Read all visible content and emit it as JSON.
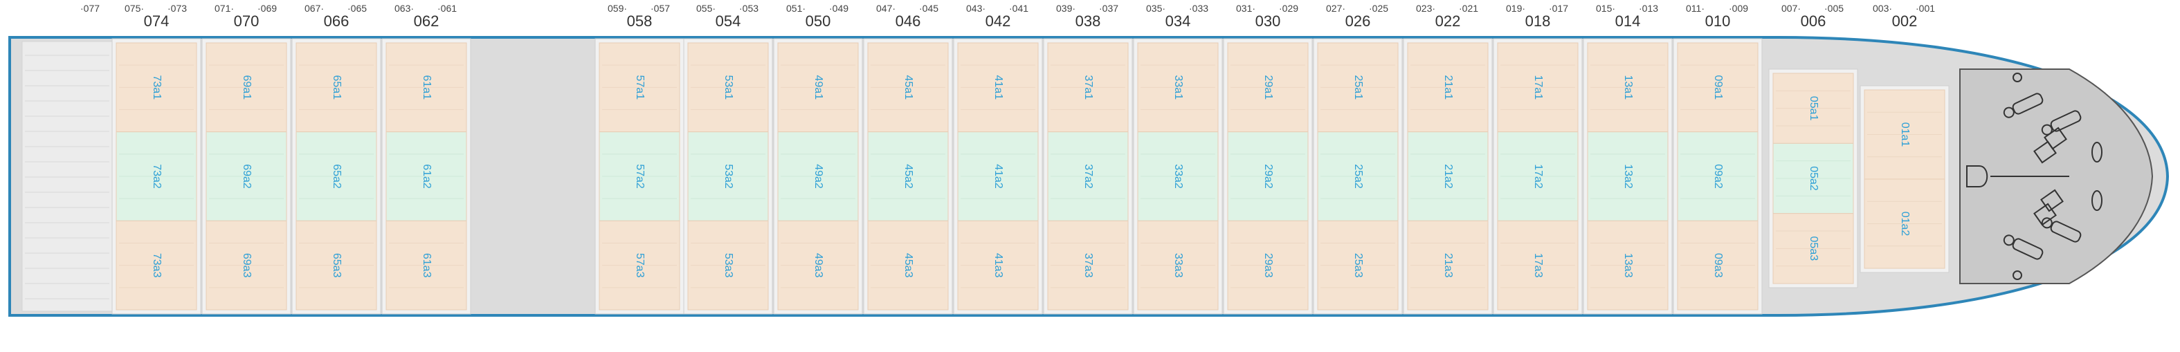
{
  "header": {
    "bays": [
      {
        "main": "074",
        "left": "075·",
        "right": "·073"
      },
      {
        "main": "070",
        "left": "071·",
        "right": "·069"
      },
      {
        "main": "066",
        "left": "067·",
        "right": "·065"
      },
      {
        "main": "062",
        "left": "063·",
        "right": "·061"
      },
      {
        "main": "058",
        "left": "059·",
        "right": "·057"
      },
      {
        "main": "054",
        "left": "055·",
        "right": "·053"
      },
      {
        "main": "050",
        "left": "051·",
        "right": "·049"
      },
      {
        "main": "046",
        "left": "047·",
        "right": "·045"
      },
      {
        "main": "042",
        "left": "043·",
        "right": "·041"
      },
      {
        "main": "038",
        "left": "039·",
        "right": "·037"
      },
      {
        "main": "034",
        "left": "035·",
        "right": "·033"
      },
      {
        "main": "030",
        "left": "031·",
        "right": "·029"
      },
      {
        "main": "026",
        "left": "027·",
        "right": "·025"
      },
      {
        "main": "022",
        "left": "023·",
        "right": "·021"
      },
      {
        "main": "018",
        "left": "019·",
        "right": "·017"
      },
      {
        "main": "014",
        "left": "015·",
        "right": "·013"
      },
      {
        "main": "010",
        "left": "011·",
        "right": "·009"
      },
      {
        "main": "006",
        "left": "007·",
        "right": "·005"
      },
      {
        "main": "002",
        "left": "003·",
        "right": "·001"
      }
    ],
    "stern_label": "·077"
  },
  "hatches": [
    {
      "id": "73",
      "cells": [
        "73a1",
        "73a2",
        "73a3"
      ]
    },
    {
      "id": "69",
      "cells": [
        "69a1",
        "69a2",
        "69a3"
      ]
    },
    {
      "id": "65",
      "cells": [
        "65a1",
        "65a2",
        "65a3"
      ]
    },
    {
      "id": "61",
      "cells": [
        "61a1",
        "61a2",
        "61a3"
      ]
    },
    {
      "id": "57",
      "cells": [
        "57a1",
        "57a2",
        "57a3"
      ]
    },
    {
      "id": "53",
      "cells": [
        "53a1",
        "53a2",
        "53a3"
      ]
    },
    {
      "id": "49",
      "cells": [
        "49a1",
        "49a2",
        "49a3"
      ]
    },
    {
      "id": "45",
      "cells": [
        "45a1",
        "45a2",
        "45a3"
      ]
    },
    {
      "id": "41",
      "cells": [
        "41a1",
        "41a2",
        "41a3"
      ]
    },
    {
      "id": "37",
      "cells": [
        "37a1",
        "37a2",
        "37a3"
      ]
    },
    {
      "id": "33",
      "cells": [
        "33a1",
        "33a2",
        "33a3"
      ]
    },
    {
      "id": "29",
      "cells": [
        "29a1",
        "29a2",
        "29a3"
      ]
    },
    {
      "id": "25",
      "cells": [
        "25a1",
        "25a2",
        "25a3"
      ]
    },
    {
      "id": "21",
      "cells": [
        "21a1",
        "21a2",
        "21a3"
      ]
    },
    {
      "id": "17",
      "cells": [
        "17a1",
        "17a2",
        "17a3"
      ]
    },
    {
      "id": "13",
      "cells": [
        "13a1",
        "13a2",
        "13a3"
      ]
    },
    {
      "id": "09",
      "cells": [
        "09a1",
        "09a2",
        "09a3"
      ]
    },
    {
      "id": "05",
      "cells": [
        "05a1",
        "05a2",
        "05a3"
      ]
    },
    {
      "id": "01",
      "cells": [
        "01a1",
        "01a2"
      ]
    }
  ],
  "colors": {
    "hull_outline": "#2e86b8",
    "deck": "#dcdcdc",
    "hatch_outer": "#f5e3d1",
    "hatch_middle": "#def3e6",
    "cell_text": "#2fa0d6",
    "bay_frame": "#f1f1f1"
  }
}
